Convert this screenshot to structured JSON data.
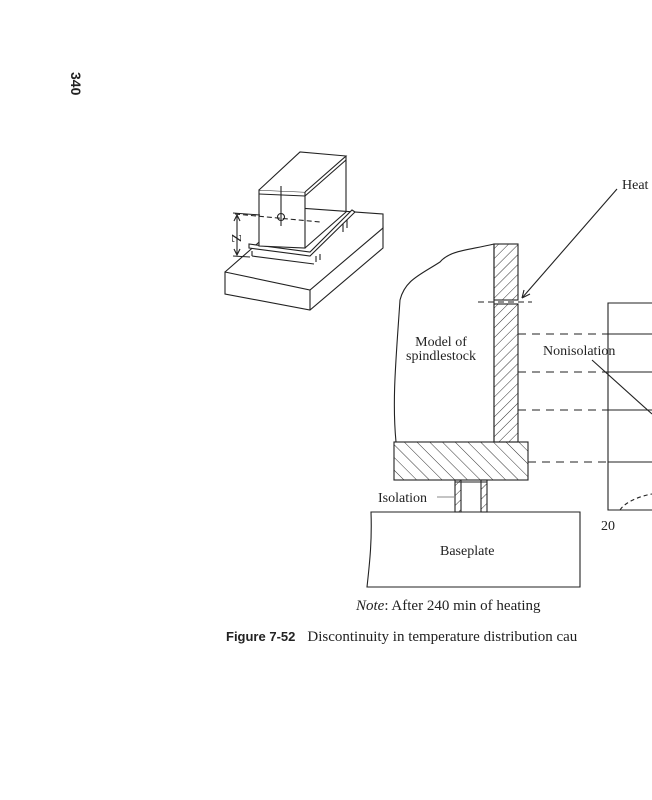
{
  "page": {
    "number": "340"
  },
  "figure": {
    "labels": {
      "heat": "Heat",
      "model": [
        "Model of",
        "spindlestock"
      ],
      "nonisolation": "Nonisolation",
      "isolation": "Isolation",
      "baseplate": "Baseplate",
      "z_dimension": "Z",
      "axis_tick": "20"
    },
    "note": {
      "prefix": "Note",
      "text": ": After 240 min of heating"
    },
    "caption": {
      "number": "Figure 7-52",
      "text": "Discontinuity in temperature distribution cau"
    }
  }
}
